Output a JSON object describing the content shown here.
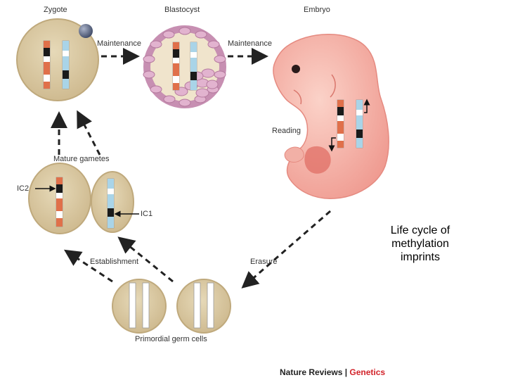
{
  "labels": {
    "zygote": "Zygote",
    "blastocyst": "Blastocyst",
    "embryo": "Embryo",
    "maintenance_1": "Maintenance",
    "maintenance_2": "Maintenance",
    "reading": "Reading",
    "mature_gametes": "Mature gametes",
    "ic2": "IC2",
    "ic1": "IC1",
    "establishment": "Establishment",
    "erasure": "Erasure",
    "primordial_germ_cells": "Primordial germ cells"
  },
  "caption": {
    "line1": "Life cycle of",
    "line2": "methylation",
    "line3": "imprints"
  },
  "credit": {
    "journal": "Nature Reviews",
    "separator": " | ",
    "section": "Genetics"
  },
  "colors": {
    "cell_fill": "#d9c9a1",
    "cell_border": "#c9b58a",
    "maternal_chromosome": "#e0704a",
    "paternal_chromosome": "#a9d4e8",
    "imprint_mark": "#1a1a1a",
    "embryo_skin": "#f4a8a0",
    "blastocyst_cell": "#d9a7c7",
    "arrow": "#222222",
    "accent": "#d2232a"
  }
}
